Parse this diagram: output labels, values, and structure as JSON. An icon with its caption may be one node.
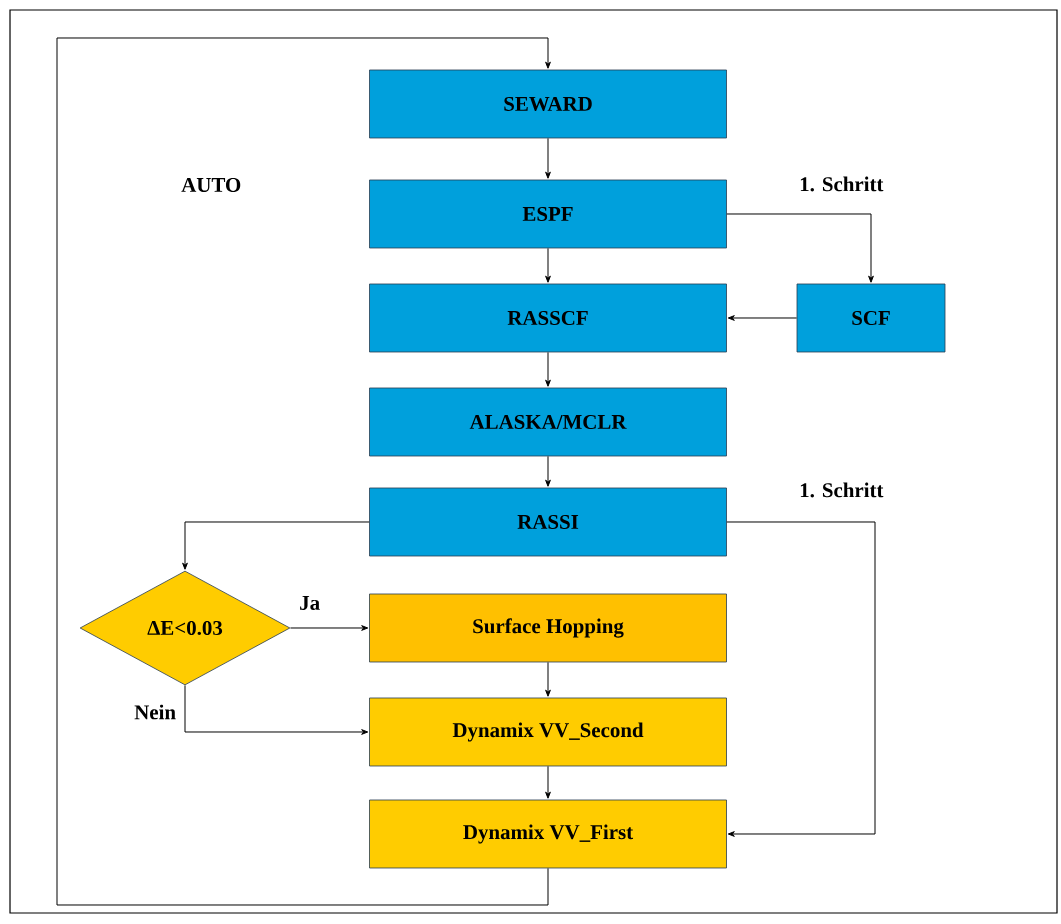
{
  "diagram": {
    "nodes": [
      {
        "text": [
          "SEWARD"
        ]
      },
      {
        "text": [
          "ESPF"
        ]
      },
      {
        "text": [
          "RASSCF"
        ]
      },
      {
        "text": [
          "SCF"
        ]
      },
      {
        "text": [
          "ALASKA/MCLR"
        ]
      },
      {
        "text": [
          "RASSI"
        ]
      },
      {
        "text": [
          "ΔE<0.03"
        ]
      },
      {
        "text": [
          "Surface Hopping"
        ]
      },
      {
        "text": [
          "Dynamix VV_Second"
        ]
      },
      {
        "text": [
          "Dynamix VV_First"
        ]
      }
    ],
    "edges": [
      {
        "from": 0,
        "to": 1,
        "arrow": "to"
      },
      {
        "from": 1,
        "to": 2,
        "arrow": "to"
      },
      {
        "from": 1,
        "to": 3,
        "arrow": "to",
        "label": "1. Schritt"
      },
      {
        "from": 3,
        "to": 2,
        "arrow": "to"
      },
      {
        "from": 2,
        "to": 4,
        "arrow": "to"
      },
      {
        "from": 4,
        "to": 5,
        "arrow": "to"
      },
      {
        "from": 5,
        "to": 6,
        "arrow": "to"
      },
      {
        "from": 6,
        "to": 7,
        "arrow": "to",
        "label": "Ja"
      },
      {
        "from": 6,
        "to": 8,
        "arrow": "to",
        "label": "Nein"
      },
      {
        "from": 7,
        "to": 8,
        "arrow": "to"
      },
      {
        "from": 8,
        "to": 9,
        "arrow": "to"
      },
      {
        "from": 5,
        "to": 9,
        "arrow": "to",
        "label": "1. Schritt"
      },
      {
        "from": 9,
        "to": 0,
        "arrow": "to"
      }
    ],
    "labels": [
      "AUTO"
    ]
  }
}
